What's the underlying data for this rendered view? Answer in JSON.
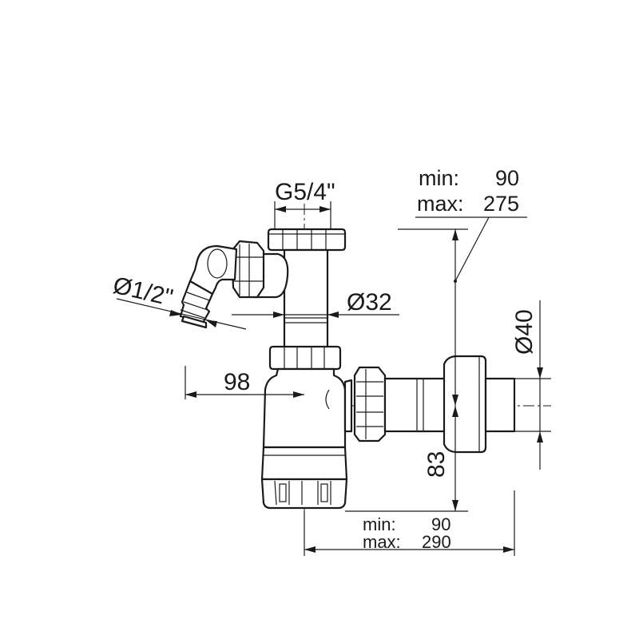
{
  "dimensions": {
    "thread_top": "G5/4\"",
    "inlet_side": "Ø1/2\"",
    "pipe_diameter": "Ø32",
    "outlet_diameter": "Ø40",
    "offset_left": "98",
    "height_outlet": "83",
    "vertical_range": {
      "min_label": "min:",
      "min_value": "90",
      "max_label": "max:",
      "max_value": "275"
    },
    "horizontal_range": {
      "min_label": "min:",
      "min_value": "90",
      "max_label": "max:",
      "max_value": "290"
    }
  }
}
